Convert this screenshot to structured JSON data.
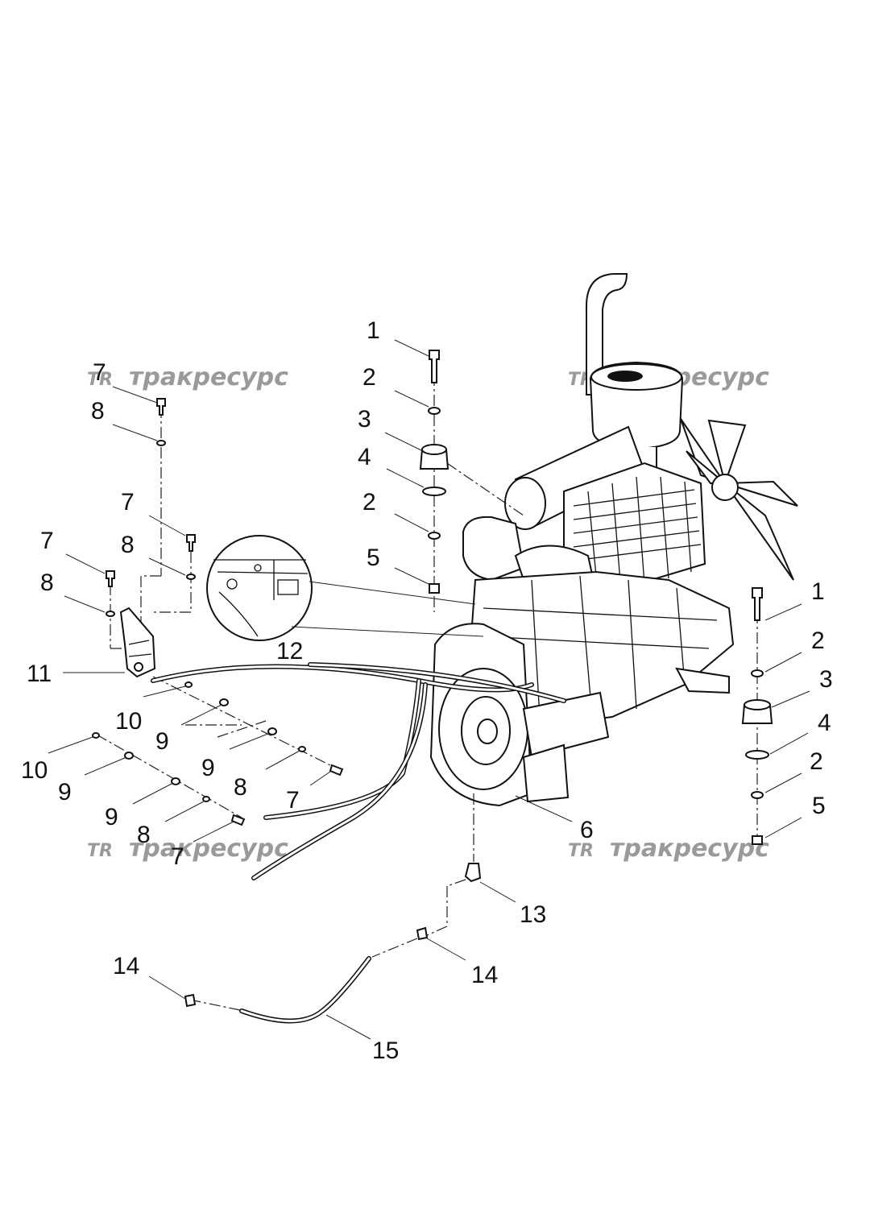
{
  "watermark": {
    "logo": "TR",
    "text": "тракресурс"
  },
  "callouts": {
    "c1a": "1",
    "c2a": "2",
    "c3a": "3",
    "c4a": "4",
    "c2b": "2",
    "c5a": "5",
    "c1b": "1",
    "c2c": "2",
    "c3b": "3",
    "c4b": "4",
    "c2d": "2",
    "c5b": "5",
    "c6": "6",
    "c7a": "7",
    "c8a": "8",
    "c7b": "7",
    "c8b": "8",
    "c7c": "7",
    "c8c": "8",
    "c11": "11",
    "c12": "12",
    "c10a": "10",
    "c9a": "9",
    "c9b": "9",
    "c8d": "8",
    "c7d": "7",
    "c10b": "10",
    "c9c": "9",
    "c9d": "9",
    "c8e": "8",
    "c7e": "7",
    "c13": "13",
    "c14a": "14",
    "c14b": "14",
    "c15": "15"
  }
}
